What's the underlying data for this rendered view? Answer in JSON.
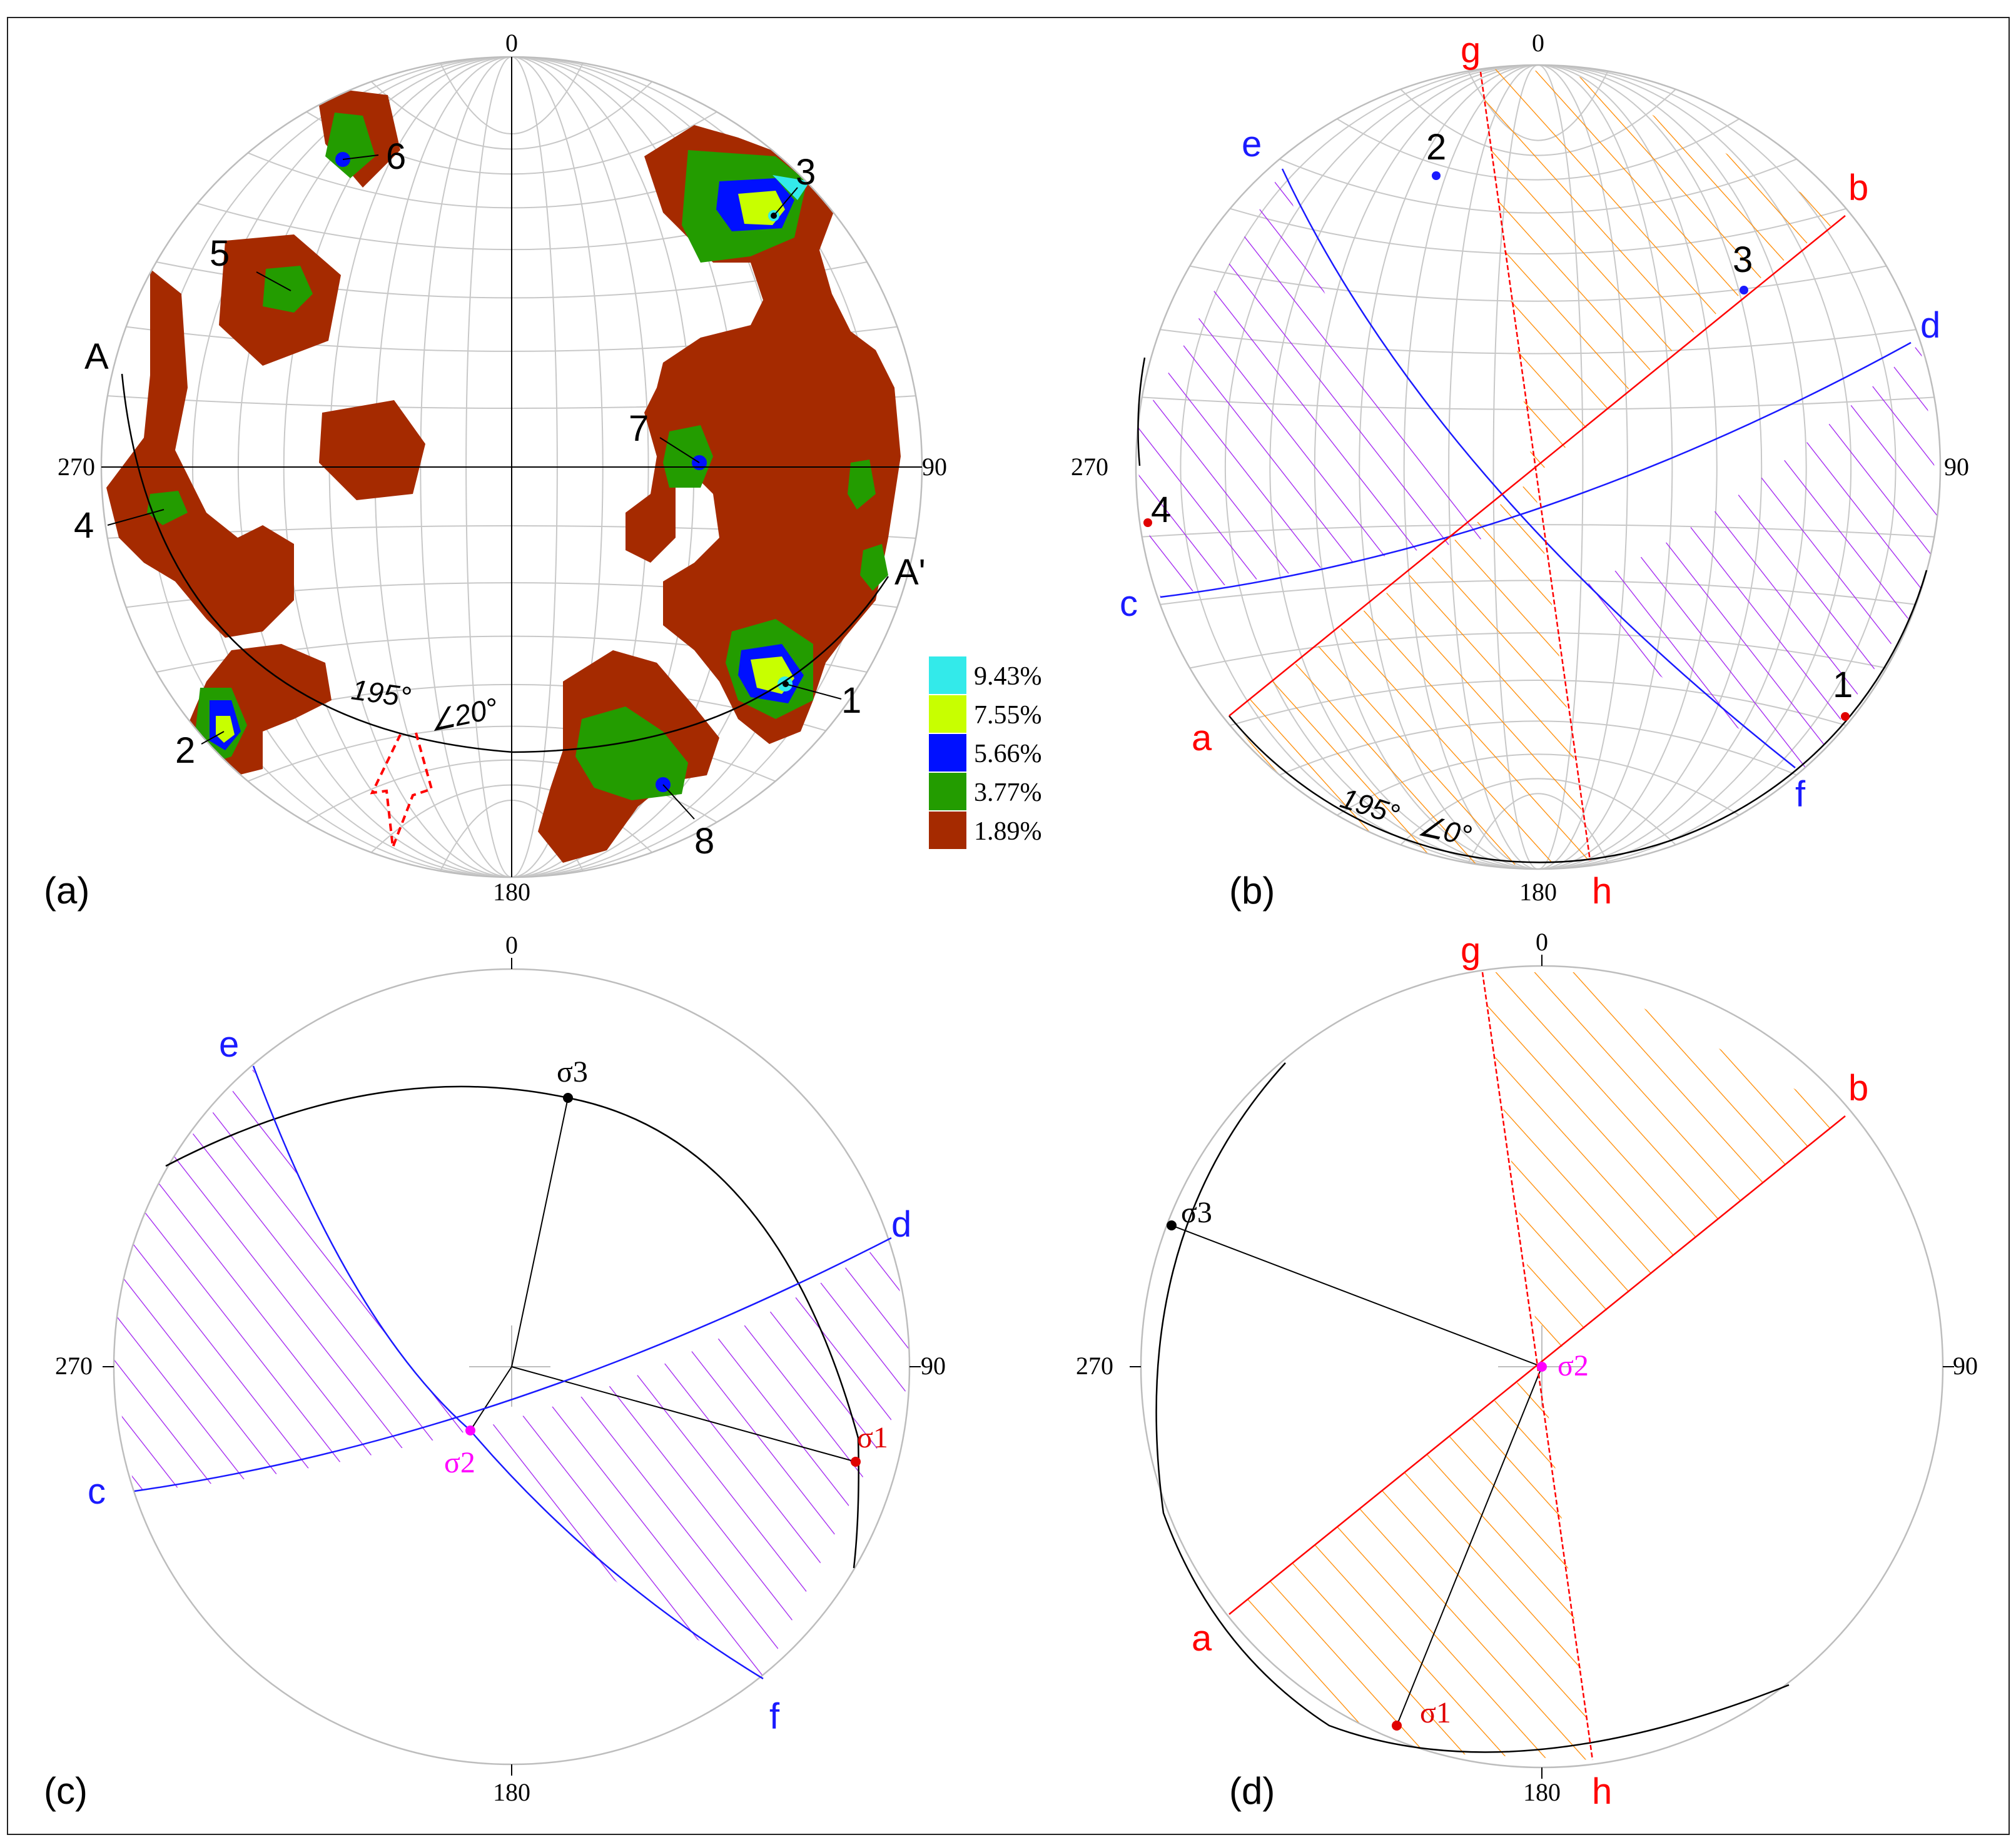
{
  "figure": {
    "panels": [
      {
        "id": "a",
        "label": "(a)",
        "azimuths": [
          "0",
          "90",
          "180",
          "270"
        ],
        "legend": [
          {
            "value": "9.43%",
            "color": "#33eaea"
          },
          {
            "value": "7.55%",
            "color": "#c8ff00"
          },
          {
            "value": "5.66%",
            "color": "#0010ff"
          },
          {
            "value": "3.77%",
            "color": "#239c00"
          },
          {
            "value": "1.89%",
            "color": "#a52a00"
          }
        ],
        "maxima": [
          "1",
          "2",
          "3",
          "4",
          "5",
          "6",
          "7",
          "8"
        ],
        "section": {
          "start": "A",
          "end": "A'",
          "attitude_dir": "195°",
          "attitude_dip": "∠20°"
        }
      },
      {
        "id": "b",
        "label": "(b)",
        "azimuths": [
          "0",
          "90",
          "180",
          "270"
        ],
        "planes": {
          "blue": [
            "c",
            "d",
            "e",
            "f"
          ],
          "red": [
            "a",
            "b",
            "g",
            "h"
          ]
        },
        "points": [
          "1",
          "2",
          "3",
          "4"
        ],
        "attitude_dir": "195°",
        "attitude_dip": "∠0°"
      },
      {
        "id": "c",
        "label": "(c)",
        "azimuths": [
          "0",
          "90",
          "180",
          "270"
        ],
        "planes": [
          "c",
          "d",
          "e",
          "f"
        ],
        "stress": {
          "sigma1": "σ1",
          "sigma2": "σ2",
          "sigma3": "σ3"
        }
      },
      {
        "id": "d",
        "label": "(d)",
        "azimuths": [
          "0",
          "90",
          "180",
          "270"
        ],
        "planes": [
          "a",
          "b",
          "g",
          "h"
        ],
        "stress": {
          "sigma1": "σ1",
          "sigma2": "σ2",
          "sigma3": "σ3"
        }
      }
    ],
    "colors": {
      "blue_plane": "#1a1aff",
      "red_plane": "#ff0000",
      "purple_hatch": "#a020f0",
      "orange_hatch": "#ff8a00",
      "sigma2": "#ff00ff",
      "sigma1": "#e00000",
      "contour_max": "#33eaea",
      "contour_level4": "#c8ff00",
      "contour_level3": "#0010ff",
      "contour_level2": "#239c00",
      "contour_min": "#a52a00"
    }
  }
}
